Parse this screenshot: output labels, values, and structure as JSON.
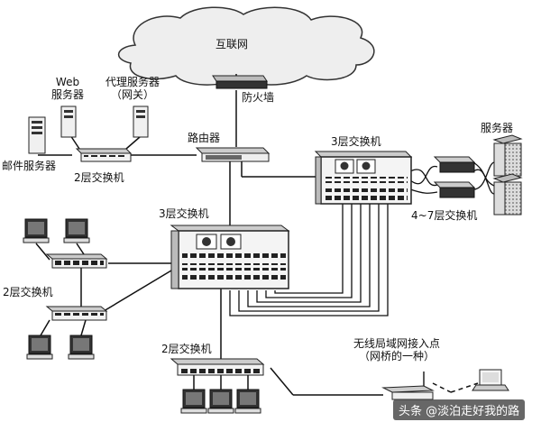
{
  "labels": {
    "internet": "互联网",
    "firewall": "防火墙",
    "web_server": "Web\n服务器",
    "proxy_server": "代理服务器\n（网关）",
    "mail_server": "邮件服务器",
    "l2_switch_top": "2层交换机",
    "router": "路由器",
    "l3_switch_right": "3层交换机",
    "servers": "服务器",
    "l47_switch": "4~7层交换机",
    "l3_switch_center": "3层交换机",
    "l2_switch_left": "2层交换机",
    "l2_switch_bottom": "2层交换机",
    "wlan_ap": "无线局域网接入点\n（网桥的一种）"
  },
  "watermark": "头条 @淡泊走好我的路",
  "icons": {
    "cloud": "cloud-icon",
    "firewall": "firewall-device-icon",
    "router": "router-device-icon",
    "switch": "switch-device-icon",
    "server": "server-tower-icon",
    "pc": "desktop-computer-icon",
    "laptop": "laptop-icon",
    "ap": "wireless-access-point-icon"
  }
}
